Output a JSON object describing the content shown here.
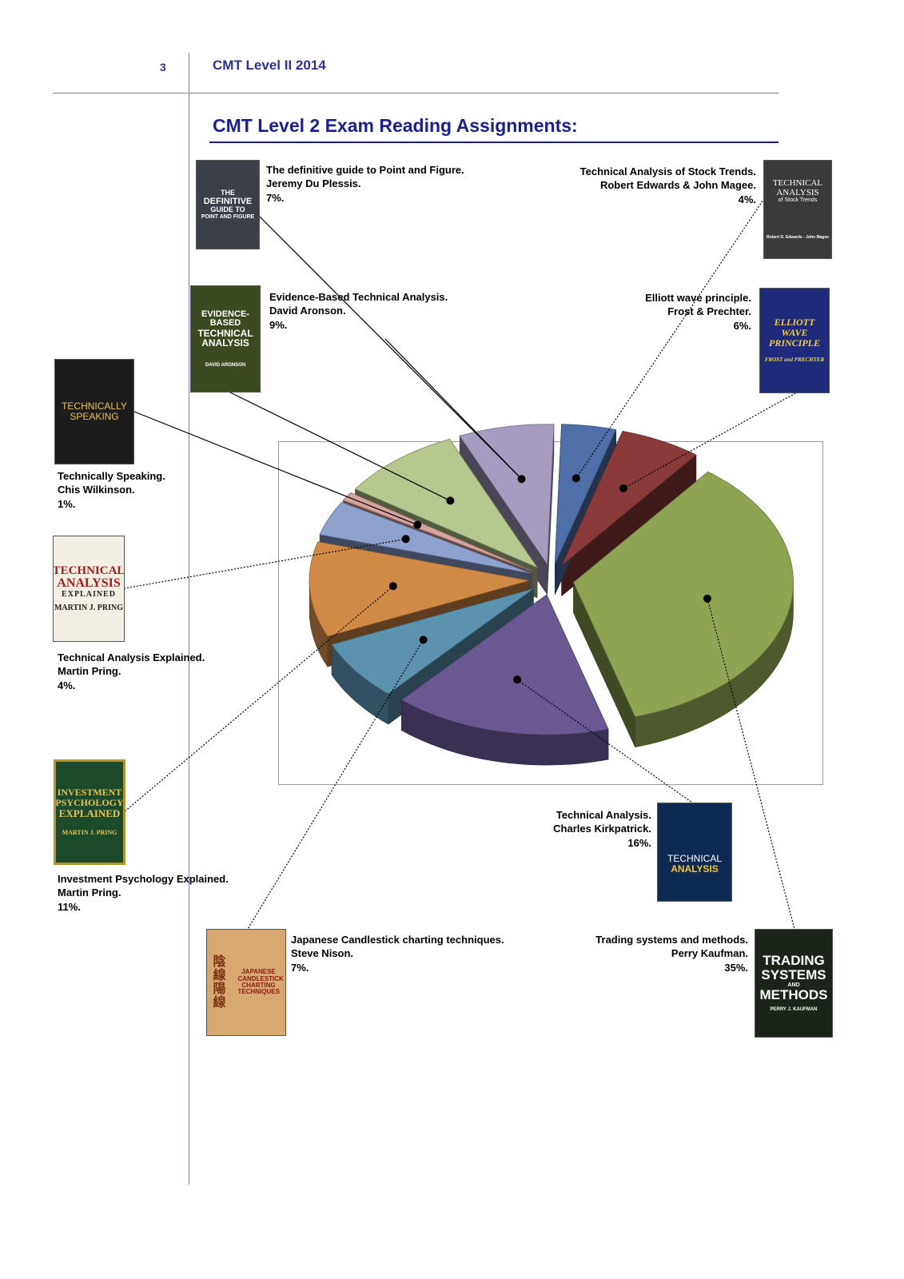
{
  "header": {
    "page_number": "3",
    "title": "CMT Level II 2014"
  },
  "heading": "CMT Level 2 Exam Reading Assignments:",
  "books": [
    {
      "key": "pnf",
      "title": "The definitive guide to Point and Figure.",
      "author": "Jeremy Du Plessis.",
      "percent": "7%.",
      "cover_lines": [
        "THE",
        "DEFINITIVE",
        "GUIDE TO",
        "POINT AND FIGURE"
      ],
      "cover_color": "#3b3f48"
    },
    {
      "key": "edwards",
      "title": "Technical Analysis of Stock Trends.",
      "author": "Robert Edwards & John Magee.",
      "percent": "4%.",
      "cover_lines": [
        "TECHNICAL",
        "ANALYSIS",
        "of Stock Trends",
        "Robert D. Edwards - John Magee"
      ],
      "cover_color": "#3a3a3a"
    },
    {
      "key": "aronson",
      "title": "Evidence-Based Technical Analysis.",
      "author": "David Aronson.",
      "percent": "9%.",
      "cover_lines": [
        "EVIDENCE-BASED",
        "TECHNICAL",
        "ANALYSIS",
        "DAVID ARONSON"
      ],
      "cover_color": "#3c4a22"
    },
    {
      "key": "elliott",
      "title": "Elliott wave principle.",
      "author": "Frost & Prechter.",
      "percent": "6%.",
      "cover_lines": [
        "ELLIOTT",
        "WAVE",
        "PRINCIPLE",
        "FROST and PRECHTER"
      ],
      "cover_color": "#1f2a7a"
    },
    {
      "key": "wilkinson",
      "title": "Technically Speaking.",
      "author": "Chis Wilkinson.",
      "percent": "1%.",
      "cover_lines": [
        "TECHNICALLY",
        "SPEAKING"
      ],
      "cover_color": "#1c1c1c"
    },
    {
      "key": "pring_tae",
      "title": "Technical Analysis Explained.",
      "author": "Martin Pring.",
      "percent": "4%.",
      "cover_lines": [
        "TECHNICAL",
        "ANALYSIS",
        "EXPLAINED",
        "MARTIN J. PRING"
      ],
      "cover_color": "#f4efe4"
    },
    {
      "key": "pring_ipe",
      "title": "Investment Psychology Explained.",
      "author": "Martin Pring.",
      "percent": "11%.",
      "cover_lines": [
        "INVESTMENT",
        "PSYCHOLOGY",
        "EXPLAINED",
        "MARTIN J. PRING"
      ],
      "cover_color": "#1d4a2a"
    },
    {
      "key": "nison",
      "title": "Japanese Candlestick charting techniques.",
      "author": "Steve Nison.",
      "percent": "7%.",
      "cover_lines": [
        "陰",
        "線",
        "陽",
        "線",
        "JAPANESE CANDLESTICK CHARTING TECHNIQUES"
      ],
      "cover_color": "#d9a870"
    },
    {
      "key": "kirkpatrick",
      "title": "Technical Analysis.",
      "author": "Charles Kirkpatrick.",
      "percent": "16%.",
      "cover_lines": [
        "TECHNICAL",
        "ANALYSIS"
      ],
      "cover_color": "#0f2a52"
    },
    {
      "key": "kaufman",
      "title": "Trading systems and methods.",
      "author": "Perry Kaufman.",
      "percent": "35%.",
      "cover_lines": [
        "TRADING",
        "SYSTEMS",
        "AND",
        "METHODS",
        "PERRY J. KAUFMAN"
      ],
      "cover_color": "#1a2418"
    }
  ],
  "chart_data": {
    "type": "pie",
    "exploded": true,
    "three_d": true,
    "legend": "none",
    "title": "",
    "slices": [
      {
        "label": "Technical Analysis of Stock Trends",
        "value": 4,
        "color": "#4f6fa8"
      },
      {
        "label": "Elliott wave principle",
        "value": 6,
        "color": "#8b3a3a"
      },
      {
        "label": "Trading systems and methods",
        "value": 35,
        "color": "#8ea452"
      },
      {
        "label": "Technical Analysis (Kirkpatrick)",
        "value": 16,
        "color": "#6a5893"
      },
      {
        "label": "Japanese Candlestick charting techniques",
        "value": 7,
        "color": "#5b92ae"
      },
      {
        "label": "Investment Psychology Explained",
        "value": 11,
        "color": "#d08a45"
      },
      {
        "label": "Technical Analysis Explained",
        "value": 4,
        "color": "#8fa1cf"
      },
      {
        "label": "Technically Speaking",
        "value": 1,
        "color": "#d7a39f"
      },
      {
        "label": "Evidence-Based Technical Analysis",
        "value": 9,
        "color": "#b5c98e"
      },
      {
        "label": "The definitive guide to Point and Figure",
        "value": 7,
        "color": "#a79cc0"
      }
    ]
  }
}
